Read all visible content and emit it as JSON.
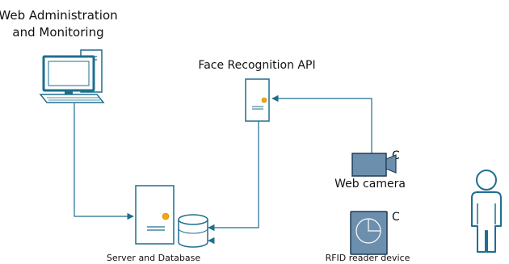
{
  "nodes": {
    "web_admin": {
      "label_line1": "Web Administration",
      "label_line2": "and Monitoring"
    },
    "face_api": {
      "label": "Face Recognition API"
    },
    "server": {
      "label": "Server and Database"
    },
    "web_camera": {
      "label": "Web camera",
      "tag": "C"
    },
    "rfid": {
      "label": "RFID reader device",
      "tag": "C"
    }
  },
  "colors": {
    "line": "#1e6f8f",
    "camera_fill": "#6d8fae",
    "rfid_fill": "#6d8fae",
    "dark_outline": "#1f3b57",
    "accent": "#f2a900"
  }
}
